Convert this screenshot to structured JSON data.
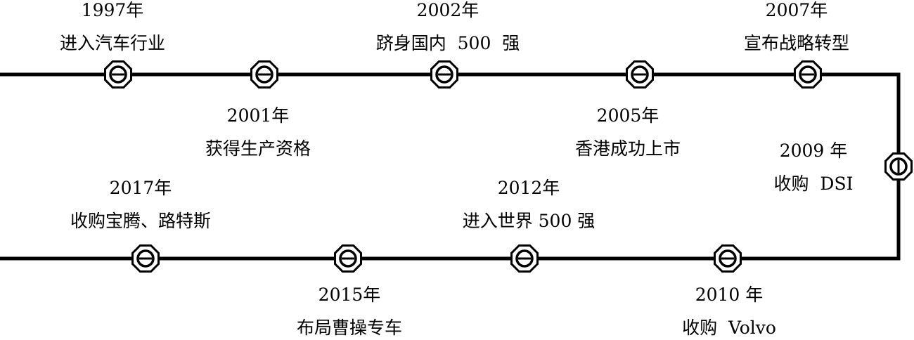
{
  "events": [
    {
      "year": "1997年",
      "text": "进入汽车行业"
    },
    {
      "year": "2001年",
      "text": "获得生产资格"
    },
    {
      "year": "2002年",
      "text": "跻身国内  500  强"
    },
    {
      "year": "2005年",
      "text": "香港成功上市"
    },
    {
      "year": "2007年",
      "text": "宣布战略转型"
    },
    {
      "year": "2009 年",
      "text": "收购  DSI"
    },
    {
      "year": "2010 年",
      "text": "收购  Volvo"
    },
    {
      "year": "2012年",
      "text": "进入世界 500 强"
    },
    {
      "year": "2015年",
      "text": "布局曹操专车"
    },
    {
      "year": "2017年",
      "text": "收购宝腾、路特斯"
    }
  ],
  "colors": {
    "line": "#000000",
    "background": "#ffffff"
  }
}
